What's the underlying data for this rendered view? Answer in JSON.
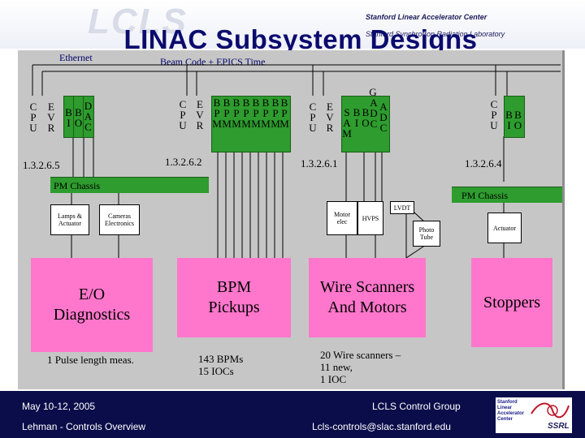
{
  "header": {
    "watermark": "LCLS",
    "title": "LINAC Subsystem Designs",
    "org_line1": "Stanford Linear Accelerator Center",
    "org_line2": "Stanford Synchrotron Radiation Laboratory"
  },
  "network": {
    "ethernet": "Ethernet",
    "beam_code": "Beam Code + EPICS Time"
  },
  "crate_letters": {
    "cpu": [
      "C",
      "P",
      "U"
    ],
    "evr": [
      "E",
      "V",
      "R"
    ],
    "bi": [
      "B",
      "I"
    ],
    "bo": [
      "B",
      "O"
    ],
    "dac": [
      "D",
      "A",
      "C"
    ],
    "bpm": [
      "B",
      "P",
      "M"
    ],
    "sam": [
      "S",
      "A",
      "M"
    ],
    "bi2": [
      "B",
      "I"
    ],
    "adc": [
      "A",
      "D",
      "C"
    ],
    "gadc": "G"
  },
  "iocs": {
    "diag": "1.3.2.6.5",
    "bpm": "1.3.2.6.2",
    "wire": "1.3.2.6.1",
    "stop": "1.3.2.6.4"
  },
  "chassis": {
    "left": "PM Chassis",
    "right": "PM Chassis"
  },
  "devices": {
    "lamps": "Lamps & Actuator",
    "cameras": "Cameras Electronics",
    "motor": "Motor elec",
    "hvps": "HVPS",
    "lvdt": "LVDT",
    "photo": "Photo Tube",
    "actuator": "Actuator"
  },
  "subsystems": {
    "diag": "E/O\nDiagnostics",
    "bpm": "BPM\nPickups",
    "wire": "Wire Scanners\nAnd Motors",
    "stop": "Stoppers"
  },
  "notes": {
    "diag": "1 Pulse length meas.",
    "bpm": "143 BPMs\n15 IOCs",
    "wire": "20 Wire scanners –\n11 new,\n1 IOC"
  },
  "footer": {
    "date": "May 10-12, 2005",
    "talk": "Lehman - Controls Overview",
    "group": "LCLS Control Group",
    "email": "Lcls-controls@slac.stanford.edu",
    "logo_lines": [
      "Stanford",
      "Linear",
      "Accelerator",
      "Center"
    ],
    "ssrl": "SSRL"
  },
  "colors": {
    "title": "#0b0b6e",
    "panel": "#c6c6c6",
    "module": "#2e9c2e",
    "subsystem": "#ff77cc",
    "footer": "#0b0d4a"
  }
}
